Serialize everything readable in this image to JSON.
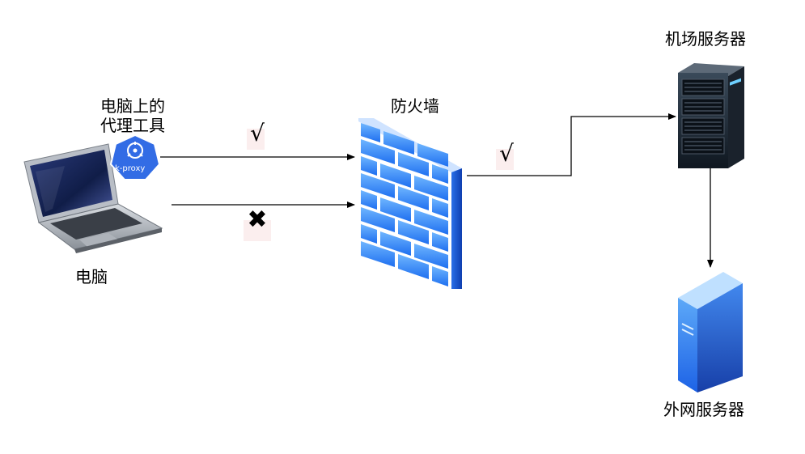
{
  "labels": {
    "proxy_tool": "电脑上的\n代理工具",
    "computer": "电脑",
    "firewall": "防火墙",
    "datacenter_server": "机场服务器",
    "external_server": "外网服务器",
    "proxy_logo_text": "k-proxy"
  },
  "marks": {
    "allowed_top": "√",
    "blocked": "✖",
    "allowed_out": "√"
  },
  "colors": {
    "firewall_light": "#5aa8ff",
    "firewall_dark": "#1e5fe0",
    "proxy_logo": "#326ce5",
    "server_dark": "#1f2530",
    "external_server": "#3a7de8",
    "line": "#000000"
  }
}
